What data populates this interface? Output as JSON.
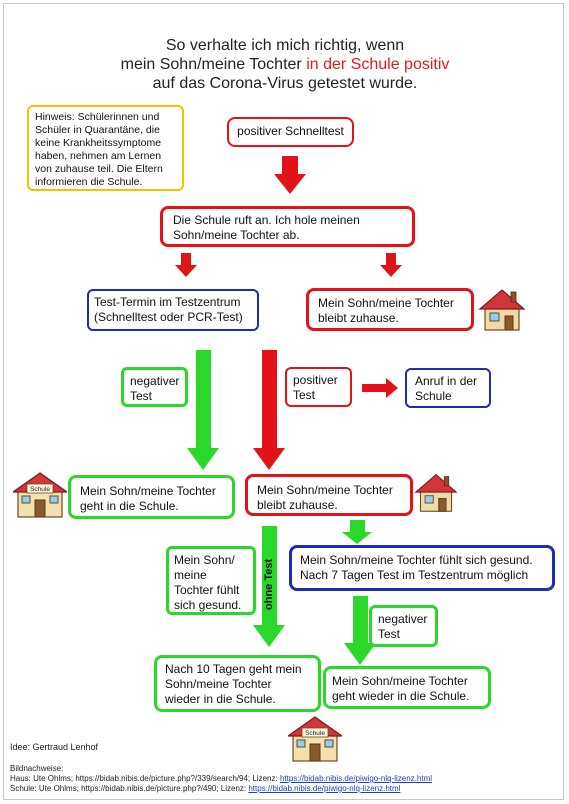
{
  "title": {
    "line1": "So verhalte ich mich richtig, wenn",
    "line2_a": "mein Sohn/meine Tochter ",
    "line2_red": "in der Schule positiv",
    "line3": "auf das Corona-Virus getestet wurde."
  },
  "hint": "Hinweis: Schülerinnen und Schüler in Quarantäne, die keine Krankheitssymptome haben, nehmen am Lernen von zuhause teil. Die Eltern informieren die Schule.",
  "start": "positiver Schnelltest",
  "school_calls": "Die Schule ruft an. Ich hole meinen Sohn/meine Tochter ab.",
  "test_appointment": "Test-Termin im Testzentrum (Schnelltest oder PCR-Test)",
  "stays_home_1": "Mein Sohn/meine Tochter bleibt zuhause.",
  "negative_label_1": "negativer Test",
  "positive_label": "positiver Test",
  "call_school": "Anruf in der Schule",
  "goes_to_school": "Mein Sohn/meine Tochter geht in die Schule.",
  "stays_home_2": "Mein Sohn/meine Tochter bleibt zuhause.",
  "feels_healthy_left": "Mein Sohn/ meine Tochter fühlt sich gesund.",
  "without_test": "ohne Test",
  "feels_healthy_right": "Mein Sohn/meine Tochter fühlt sich gesund. Nach 7 Tagen Test im Testzentrum möglich",
  "negative_label_2": "negativer Test",
  "after_10_days": "Nach 10 Tagen geht mein Sohn/meine Tochter wieder in die Schule.",
  "back_to_school": "Mein Sohn/meine Tochter geht wieder in die Schule.",
  "school_sign": "Schule",
  "idea": "Idee: Gertraud Lenhof",
  "credits": {
    "heading": "Bildnachweise:",
    "house_text": "Haus: Ute Ohlms; https://bidab.nibis.de/picture.php?/339/search/94; Lizenz: ",
    "house_link": "https://bidab.nibis.de/piwigo-nlq-lizenz.html",
    "school_text": "Schule: Ute Ohlms; https://bidab.nibis.de/picture.php?/490; Lizenz: ",
    "school_link": "https://bidab.nibis.de/piwigo-nlq-lizenz.html"
  },
  "colors": {
    "red": "#e3131a",
    "green": "#2ad82a",
    "blue": "#1d2bb8",
    "yellow": "#f0c400"
  }
}
